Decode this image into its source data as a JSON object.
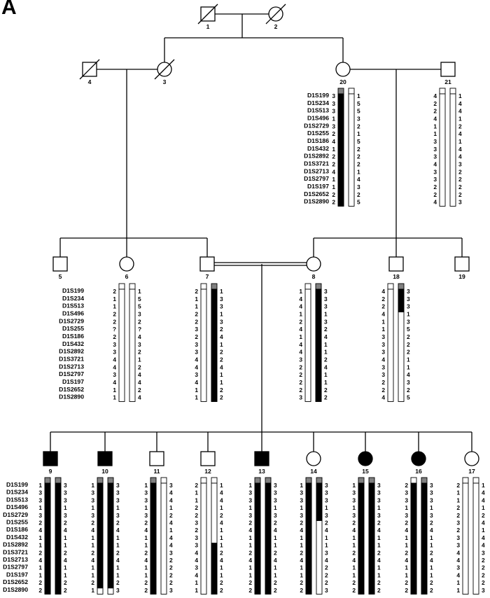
{
  "panel_label": "A",
  "colors": {
    "line": "#000000",
    "affected": "#000000",
    "allele_marker": "#808080",
    "background": "#ffffff"
  },
  "markers": [
    "D1S199",
    "D1S234",
    "D1S513",
    "D1S496",
    "D1S2729",
    "D1S255",
    "D1S186",
    "D1S432",
    "D1S2892",
    "D1S3721",
    "D1S2713",
    "D1S2797",
    "D1S197",
    "D1S2652",
    "D1S2890"
  ],
  "individuals": [
    {
      "id": "1",
      "sex": "male",
      "affected": false,
      "deceased": true
    },
    {
      "id": "2",
      "sex": "female",
      "affected": false,
      "deceased": true
    },
    {
      "id": "4",
      "sex": "male",
      "affected": false,
      "deceased": true
    },
    {
      "id": "3",
      "sex": "female",
      "affected": false,
      "deceased": true
    },
    {
      "id": "20",
      "sex": "female",
      "affected": false,
      "deceased": false,
      "left": {
        "alleles": [
          "3",
          "3",
          "3",
          "1",
          "3",
          "2",
          "4",
          "1",
          "2",
          "2",
          "4",
          "1",
          "1",
          "2",
          "2"
        ],
        "black": [
          1,
          15
        ],
        "top": "gray"
      },
      "right": {
        "alleles": [
          "1",
          "5",
          "5",
          "3",
          "2",
          "1",
          "5",
          "2",
          "2",
          "2",
          "1",
          "4",
          "3",
          "2",
          "5"
        ],
        "black": null,
        "top": "white"
      }
    },
    {
      "id": "21",
      "sex": "male",
      "affected": false,
      "deceased": false,
      "left": {
        "alleles": [
          "4",
          "2",
          "2",
          "4",
          "1",
          "1",
          "3",
          "3",
          "3",
          "4",
          "3",
          "3",
          "2",
          "2",
          "4"
        ],
        "black": null,
        "top": "white"
      },
      "right": {
        "alleles": [
          "1",
          "4",
          "4",
          "1",
          "2",
          "4",
          "1",
          "4",
          "4",
          "3",
          "2",
          "2",
          "2",
          "2",
          "3"
        ],
        "black": null,
        "top": "white"
      }
    },
    {
      "id": "5",
      "sex": "male",
      "affected": false,
      "deceased": false
    },
    {
      "id": "6",
      "sex": "female",
      "affected": false,
      "deceased": false,
      "left": {
        "alleles": [
          "2",
          "1",
          "1",
          "2",
          "2",
          "?",
          "2",
          "3",
          "3",
          "4",
          "4",
          "3",
          "4",
          "1",
          "1"
        ],
        "black": null,
        "top": "white"
      },
      "right": {
        "alleles": [
          "1",
          "5",
          "5",
          "3",
          "2",
          "?",
          "4",
          "3",
          "2",
          "1",
          "2",
          "4",
          "4",
          "2",
          "4"
        ],
        "black": null,
        "top": "white"
      }
    },
    {
      "id": "7",
      "sex": "male",
      "affected": false,
      "deceased": false,
      "left": {
        "alleles": [
          "2",
          "1",
          "1",
          "2",
          "2",
          "3",
          "2",
          "3",
          "3",
          "4",
          "4",
          "3",
          "4",
          "1",
          "1"
        ],
        "black": null,
        "top": "white"
      },
      "right": {
        "alleles": [
          "1",
          "3",
          "3",
          "1",
          "3",
          "2",
          "4",
          "1",
          "2",
          "2",
          "4",
          "1",
          "1",
          "2",
          "2"
        ],
        "black": [
          1,
          15
        ],
        "top": "gray"
      }
    },
    {
      "id": "8",
      "sex": "female",
      "affected": false,
      "deceased": false,
      "left": {
        "alleles": [
          "1",
          "4",
          "4",
          "1",
          "2",
          "4",
          "1",
          "4",
          "4",
          "3",
          "2",
          "2",
          "2",
          "2",
          "3"
        ],
        "black": null,
        "top": "white"
      },
      "right": {
        "alleles": [
          "3",
          "3",
          "3",
          "1",
          "3",
          "2",
          "4",
          "1",
          "1",
          "2",
          "4",
          "1",
          "1",
          "2",
          "2"
        ],
        "black": [
          1,
          15
        ],
        "top": "gray"
      }
    },
    {
      "id": "18",
      "sex": "male",
      "affected": false,
      "deceased": false,
      "left": {
        "alleles": [
          "4",
          "2",
          "2",
          "4",
          "1",
          "1",
          "3",
          "3",
          "3",
          "4",
          "3",
          "3",
          "2",
          "2",
          "4"
        ],
        "black": null,
        "top": "white"
      },
      "right": {
        "alleles": [
          "3",
          "3",
          "3",
          "1",
          "3",
          "5",
          "2",
          "2",
          "2",
          "1",
          "1",
          "4",
          "3",
          "2",
          "5"
        ],
        "black": [
          1,
          3
        ],
        "top": "gray"
      }
    },
    {
      "id": "19",
      "sex": "male",
      "affected": false,
      "deceased": false
    },
    {
      "id": "9",
      "sex": "male",
      "affected": true,
      "deceased": false,
      "left": {
        "alleles": [
          "1",
          "3",
          "3",
          "1",
          "3",
          "2",
          "4",
          "1",
          "1",
          "2",
          "4",
          "1",
          "1",
          "2",
          "2"
        ],
        "black": [
          1,
          15
        ],
        "top": "gray"
      },
      "right": {
        "alleles": [
          "3",
          "3",
          "3",
          "1",
          "3",
          "2",
          "4",
          "1",
          "1",
          "2",
          "4",
          "1",
          "1",
          "2",
          "2"
        ],
        "black": [
          1,
          15
        ],
        "top": "gray"
      }
    },
    {
      "id": "10",
      "sex": "male",
      "affected": true,
      "deceased": false,
      "left": {
        "alleles": [
          "1",
          "3",
          "3",
          "1",
          "3",
          "2",
          "4",
          "1",
          "1",
          "2",
          "4",
          "1",
          "1",
          "2",
          "1"
        ],
        "black": [
          1,
          14
        ],
        "top": "gray"
      },
      "right": {
        "alleles": [
          "3",
          "3",
          "3",
          "1",
          "3",
          "2",
          "4",
          "1",
          "1",
          "2",
          "4",
          "1",
          "1",
          "2",
          "3"
        ],
        "black": [
          1,
          14
        ],
        "top": "gray"
      }
    },
    {
      "id": "11",
      "sex": "male",
      "affected": false,
      "deceased": false,
      "left": {
        "alleles": [
          "1",
          "3",
          "3",
          "1",
          "3",
          "2",
          "4",
          "1",
          "1",
          "2",
          "4",
          "1",
          "1",
          "2",
          "2"
        ],
        "black": [
          1,
          15
        ],
        "top": "gray"
      },
      "right": {
        "alleles": [
          "3",
          "4",
          "4",
          "1",
          "2",
          "4",
          "1",
          "4",
          "4",
          "3",
          "2",
          "2",
          "2",
          "2",
          "3"
        ],
        "black": null,
        "top": "white"
      }
    },
    {
      "id": "12",
      "sex": "male",
      "affected": false,
      "deceased": false,
      "left": {
        "alleles": [
          "2",
          "1",
          "1",
          "2",
          "2",
          "3",
          "2",
          "3",
          "3",
          "4",
          "4",
          "3",
          "4",
          "1",
          "1"
        ],
        "black": null,
        "top": "white"
      },
      "right": {
        "alleles": [
          "1",
          "4",
          "4",
          "1",
          "2",
          "4",
          "1",
          "1",
          "1",
          "2",
          "4",
          "1",
          "1",
          "2",
          "2"
        ],
        "black": [
          9,
          15
        ],
        "top": "white"
      }
    },
    {
      "id": "13",
      "sex": "male",
      "affected": true,
      "deceased": false,
      "left": {
        "alleles": [
          "1",
          "3",
          "3",
          "1",
          "3",
          "2",
          "4",
          "1",
          "1",
          "2",
          "4",
          "1",
          "1",
          "2",
          "2"
        ],
        "black": [
          1,
          15
        ],
        "top": "gray"
      },
      "right": {
        "alleles": [
          "3",
          "3",
          "3",
          "1",
          "3",
          "2",
          "4",
          "1",
          "1",
          "2",
          "4",
          "1",
          "1",
          "2",
          "2"
        ],
        "black": [
          1,
          15
        ],
        "top": "gray"
      }
    },
    {
      "id": "14",
      "sex": "female",
      "affected": false,
      "deceased": false,
      "left": {
        "alleles": [
          "1",
          "3",
          "3",
          "1",
          "3",
          "2",
          "4",
          "1",
          "1",
          "2",
          "4",
          "1",
          "1",
          "2",
          "2"
        ],
        "black": [
          1,
          15
        ],
        "top": "gray"
      },
      "right": {
        "alleles": [
          "3",
          "3",
          "3",
          "1",
          "3",
          "2",
          "4",
          "1",
          "1",
          "3",
          "4",
          "2",
          "2",
          "2",
          "3"
        ],
        "black": [
          1,
          5
        ],
        "top": "gray"
      }
    },
    {
      "id": "15",
      "sex": "female",
      "affected": true,
      "deceased": false,
      "left": {
        "alleles": [
          "1",
          "3",
          "3",
          "1",
          "3",
          "2",
          "4",
          "1",
          "1",
          "2",
          "4",
          "1",
          "1",
          "2",
          "2"
        ],
        "black": [
          1,
          15
        ],
        "top": "gray"
      },
      "right": {
        "alleles": [
          "3",
          "3",
          "3",
          "1",
          "3",
          "2",
          "4",
          "1",
          "1",
          "2",
          "4",
          "1",
          "1",
          "2",
          "2"
        ],
        "black": [
          1,
          15
        ],
        "top": "gray"
      }
    },
    {
      "id": "16",
      "sex": "female",
      "affected": true,
      "deceased": false,
      "left": {
        "alleles": [
          "2",
          "3",
          "3",
          "1",
          "3",
          "2",
          "4",
          "1",
          "1",
          "2",
          "4",
          "1",
          "1",
          "2",
          "2"
        ],
        "black": [
          1,
          15
        ],
        "top": "white"
      },
      "right": {
        "alleles": [
          "3",
          "3",
          "3",
          "1",
          "3",
          "2",
          "4",
          "1",
          "1",
          "2",
          "4",
          "1",
          "1",
          "2",
          "2"
        ],
        "black": [
          1,
          15
        ],
        "top": "gray"
      }
    },
    {
      "id": "17",
      "sex": "female",
      "affected": false,
      "deceased": false,
      "left": {
        "alleles": [
          "2",
          "1",
          "1",
          "2",
          "2",
          "3",
          "2",
          "3",
          "3",
          "4",
          "4",
          "3",
          "4",
          "1",
          "1"
        ],
        "black": null,
        "top": "white"
      },
      "right": {
        "alleles": [
          "1",
          "4",
          "4",
          "1",
          "2",
          "4",
          "1",
          "4",
          "4",
          "3",
          "2",
          "2",
          "2",
          "2",
          "3"
        ],
        "black": null,
        "top": "white"
      }
    }
  ]
}
